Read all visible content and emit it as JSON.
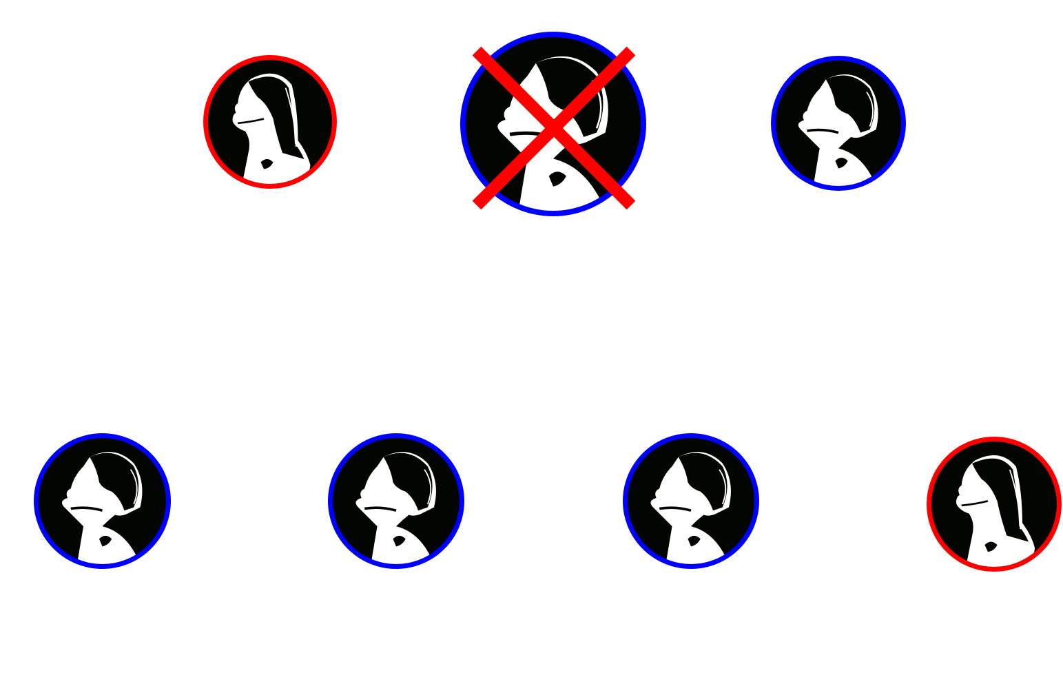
{
  "players": [
    {
      "id": "p0",
      "avatar": "female-portrait-icon",
      "border_color": "#ff0000",
      "eliminated": false
    },
    {
      "id": "p1",
      "avatar": "male-portrait-icon",
      "border_color": "#0000ff",
      "eliminated": true
    },
    {
      "id": "p2",
      "avatar": "male-portrait-icon",
      "border_color": "#0000ff",
      "eliminated": false
    },
    {
      "id": "p3",
      "avatar": "male-portrait-icon",
      "border_color": "#0000ff",
      "eliminated": false
    },
    {
      "id": "p4",
      "avatar": "male-portrait-icon",
      "border_color": "#0000ff",
      "eliminated": false
    },
    {
      "id": "p5",
      "avatar": "male-portrait-icon",
      "border_color": "#0000ff",
      "eliminated": false
    },
    {
      "id": "p6",
      "avatar": "female-portrait-icon",
      "border_color": "#ff0000",
      "eliminated": false
    }
  ],
  "eliminated_mark_color": "#ff0000"
}
